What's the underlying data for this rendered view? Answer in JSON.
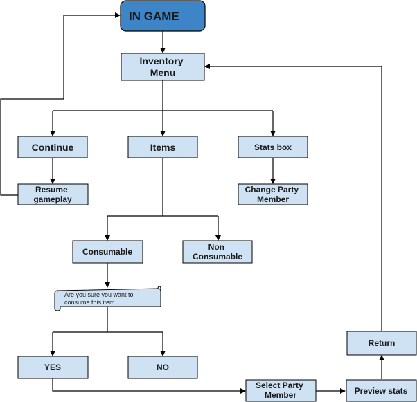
{
  "diagram": {
    "colors": {
      "start_fill": "#3d85c6",
      "node_fill": "#cfe2f3",
      "border": "#000000",
      "arrow": "#000000"
    },
    "nodes": {
      "in_game": "IN GAME",
      "inventory_menu": [
        "Inventory",
        "Menu"
      ],
      "continue": "Continue",
      "items": "Items",
      "stats_box": "Stats box",
      "resume_gameplay": [
        "Resume",
        "gameplay"
      ],
      "change_party_member": [
        "Change Party",
        "Member"
      ],
      "consumable": "Consumable",
      "non_consumable": [
        "Non",
        "Consumable"
      ],
      "confirm_prompt": [
        "Are you sure you want to",
        "consume this item"
      ],
      "yes": "YES",
      "no": "NO",
      "select_party_member": [
        "Select Party",
        "Member"
      ],
      "preview_stats": "Preview stats",
      "return": "Return"
    }
  }
}
